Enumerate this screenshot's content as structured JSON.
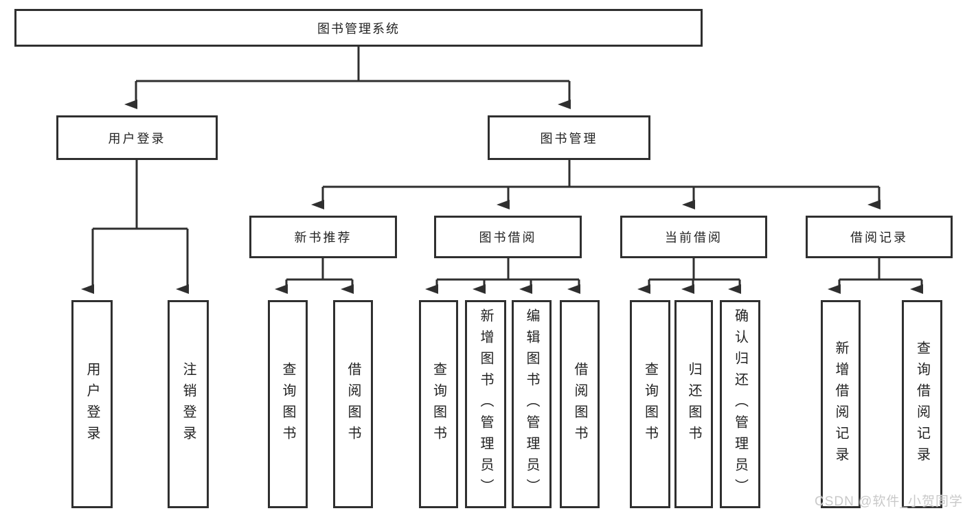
{
  "diagram": {
    "label": "图书管理系统",
    "children": [
      {
        "label": "用户登录",
        "children": [
          {
            "label": "用户登录"
          },
          {
            "label": "注销登录"
          }
        ]
      },
      {
        "label": "图书管理",
        "children": [
          {
            "label": "新书推荐",
            "children": [
              {
                "label": "查询图书"
              },
              {
                "label": "借阅图书"
              }
            ]
          },
          {
            "label": "图书借阅",
            "children": [
              {
                "label": "查询图书"
              },
              {
                "label": "新增图书（管理员）"
              },
              {
                "label": "编辑图书（管理员）"
              },
              {
                "label": "借阅图书"
              }
            ]
          },
          {
            "label": "当前借阅",
            "children": [
              {
                "label": "查询图书"
              },
              {
                "label": "归还图书"
              },
              {
                "label": "确认归还（管理员）"
              }
            ]
          },
          {
            "label": "借阅记录",
            "children": [
              {
                "label": "新增借阅记录"
              },
              {
                "label": "查询借阅记录"
              }
            ]
          }
        ]
      }
    ]
  },
  "watermark": {
    "text": "CSDN @软件_小贺同学"
  },
  "colors": {
    "line": "#2f2f2f",
    "box_border": "#2f2f2f",
    "text": "#222222",
    "watermark": "#c9c9c9",
    "background": "#ffffff"
  }
}
